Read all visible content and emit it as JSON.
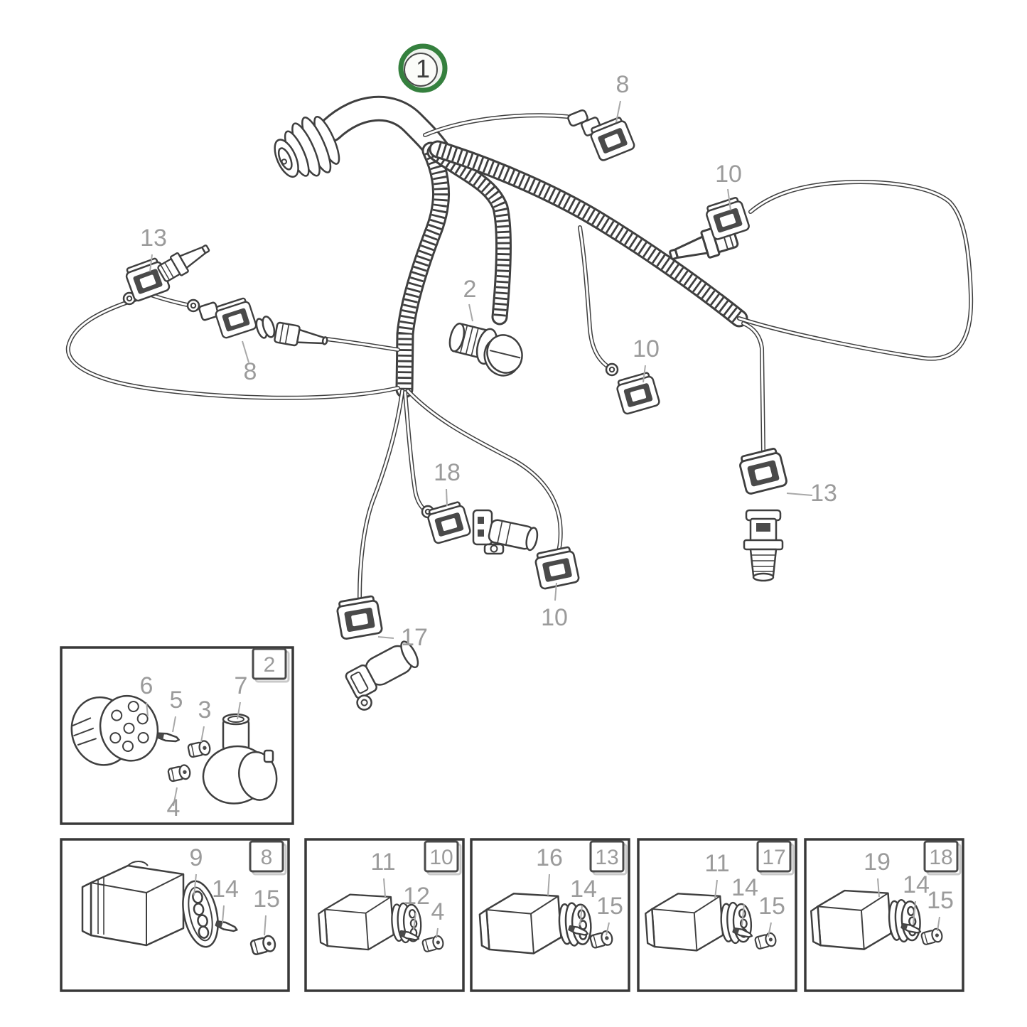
{
  "figure": {
    "type": "wiring-harness-parts-diagram",
    "colors": {
      "callout_ring_green": "#35803e",
      "label_gray": "#9b9b9b",
      "line_dark": "#3f3f3f"
    },
    "main_callout": "1",
    "harness_callouts": [
      "8",
      "10",
      "13",
      "8",
      "2",
      "10",
      "18",
      "10",
      "17",
      "13"
    ],
    "insets": [
      {
        "badge": "2",
        "parts": [
          "6",
          "5",
          "3",
          "7",
          "4"
        ]
      },
      {
        "badge": "8",
        "parts": [
          "9",
          "14",
          "15"
        ]
      },
      {
        "badge": "10",
        "parts": [
          "11",
          "12",
          "4"
        ]
      },
      {
        "badge": "13",
        "parts": [
          "16",
          "14",
          "15"
        ]
      },
      {
        "badge": "17",
        "parts": [
          "11",
          "14",
          "15"
        ]
      },
      {
        "badge": "18",
        "parts": [
          "19",
          "14",
          "15"
        ]
      }
    ]
  }
}
